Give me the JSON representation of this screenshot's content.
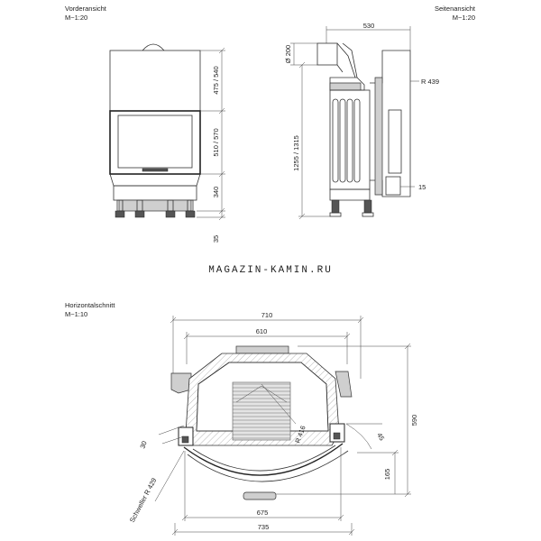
{
  "brand": "MAGAZIN-KAMIN.RU",
  "front_view": {
    "title": "Vorderansicht",
    "scale": "M~1:20",
    "dims": {
      "upper": "475 / 540",
      "middle": "510 / 570",
      "lower": "340",
      "feet": "35"
    }
  },
  "side_view": {
    "title": "Seitenansicht",
    "scale": "M~1:20",
    "dims": {
      "depth": "530",
      "flue": "Ø 200",
      "height": "1255 / 1315",
      "radius": "R 439",
      "offset": "15"
    }
  },
  "horizontal_section": {
    "title": "Horizontalschnitt",
    "scale": "M~1:10",
    "dims": {
      "outer_width": "710",
      "inner_width": "610",
      "depth": "590",
      "radius": "R 416",
      "threshold": "Schweller R 429",
      "left_thickness": "30",
      "angle": "45",
      "front_offset": "165",
      "bottom_inner": "675",
      "bottom_outer": "735"
    }
  }
}
